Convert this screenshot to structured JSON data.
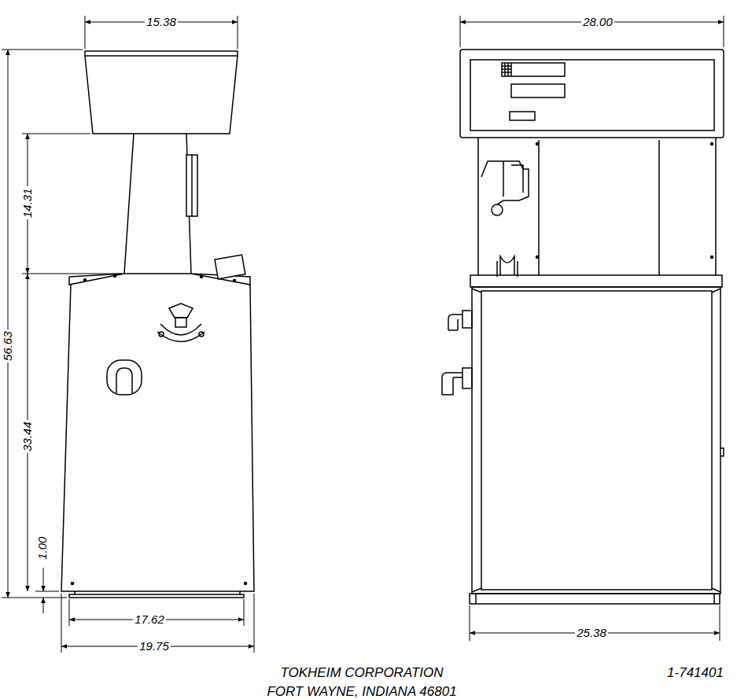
{
  "diagram": {
    "labels": [
      "15.38",
      "28.00",
      "14.31",
      "56.63",
      "33.44",
      "1.00",
      "17.62",
      "19.75",
      "25.38",
      "TOKHEIM CORPORATION",
      "FORT WAYNE, INDIANA 46801",
      "1-741401"
    ]
  }
}
